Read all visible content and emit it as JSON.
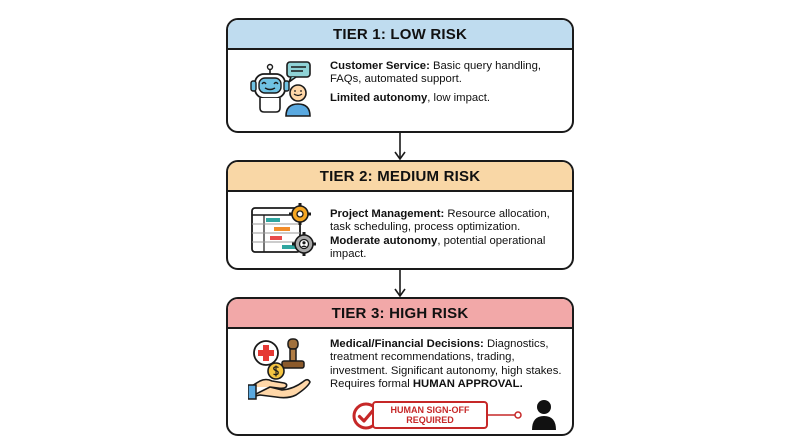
{
  "tiers": [
    {
      "title": "TIER 1: LOW RISK",
      "color": "#bfdcef",
      "icon": "robot-support-agent-icon",
      "line1_bold": "Customer Service:",
      "line1_rest": " Basic query handling, FAQs, automated support.",
      "line2_bold": "Limited autonomy",
      "line2_rest": ", low impact."
    },
    {
      "title": "TIER 2: MEDIUM RISK",
      "color": "#f9d7a6",
      "icon": "gantt-chart-gears-icon",
      "line1_bold": "Project Management:",
      "line1_rest": " Resource allocation, task scheduling, process optimization.",
      "line2_bold": "Moderate autonomy",
      "line2_rest": ", potential operational impact."
    },
    {
      "title": "TIER 3: HIGH RISK",
      "color": "#f2a8a8",
      "icon": "medical-finance-hand-icon",
      "line1_bold": "Medical/Financial Decisions:",
      "line1_rest": " Diagnostics, treatment recommendations, trading, investment. Significant autonomy, high stakes.",
      "line2_plain": "Requires formal ",
      "line2_bold": "HUMAN APPROVAL."
    }
  ],
  "signoff": {
    "line1": "HUMAN SIGN-OFF",
    "line2": "REQUIRED",
    "color": "#c62828",
    "icons": [
      "check-circle-icon",
      "person-icon"
    ]
  }
}
